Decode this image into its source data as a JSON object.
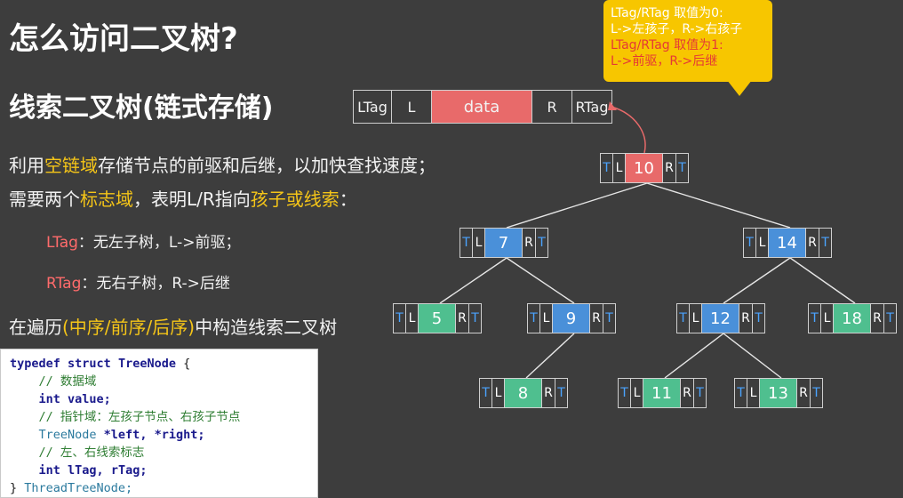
{
  "title": "怎么访问二叉树?",
  "subtitle": "线索二叉树(链式存储)",
  "line1": {
    "pre": "利用",
    "hl": "空链域",
    "post": "存储节点的前驱和后继，以加快查找速度；"
  },
  "line2": {
    "pre": "需要两个",
    "hl1": "标志域",
    "mid": "，表明L/R指向",
    "hl2": "孩子或线索",
    "post": "："
  },
  "ltag": {
    "label": "LTag",
    "text": "：无左子树，L->前驱；"
  },
  "rtag": {
    "label": "RTag",
    "text": "：无右子树，R->后继"
  },
  "line3": {
    "pre": "在遍历",
    "hl": "(中序/前序/后序)",
    "post": "中构造线索二叉树"
  },
  "header": {
    "ltag": "LTag",
    "l": "L",
    "data": "data",
    "r": "R",
    "rtag": "RTag"
  },
  "callout": {
    "line1": "LTag/RTag 取值为0:",
    "line2": "L->左孩子，R->右孩子",
    "line3": "LTag/RTag 取值为1:",
    "line4": "L->前驱，R->后继"
  },
  "node_cells": {
    "t": "T",
    "l": "L",
    "r": "R"
  },
  "colors": {
    "root": "#e86a6a",
    "blue": "#4a90d9",
    "green": "#4fbf8f",
    "callout": "#f7c600",
    "accent": "#f5c518"
  },
  "tree": {
    "nodes": [
      {
        "id": "n10",
        "value": "10",
        "color": "root"
      },
      {
        "id": "n7",
        "value": "7",
        "color": "blue"
      },
      {
        "id": "n14",
        "value": "14",
        "color": "blue"
      },
      {
        "id": "n5",
        "value": "5",
        "color": "green"
      },
      {
        "id": "n9",
        "value": "9",
        "color": "blue"
      },
      {
        "id": "n12",
        "value": "12",
        "color": "blue"
      },
      {
        "id": "n18",
        "value": "18",
        "color": "green"
      },
      {
        "id": "n8",
        "value": "8",
        "color": "green"
      },
      {
        "id": "n11",
        "value": "11",
        "color": "green"
      },
      {
        "id": "n13",
        "value": "13",
        "color": "green"
      }
    ],
    "edges": [
      [
        "n10",
        "n7"
      ],
      [
        "n10",
        "n14"
      ],
      [
        "n7",
        "n5"
      ],
      [
        "n7",
        "n9"
      ],
      [
        "n14",
        "n12"
      ],
      [
        "n14",
        "n18"
      ],
      [
        "n9",
        "n8"
      ],
      [
        "n12",
        "n11"
      ],
      [
        "n12",
        "n13"
      ]
    ]
  },
  "code": {
    "l1_kw": "typedef struct",
    "l1_id": "TreeNode",
    "l1_brace": " {",
    "l2_cm": "// 数据域",
    "l3_kw": "int",
    "l3_id": "value;",
    "l4_cm": "// 指针域：左孩子节点、右孩子节点",
    "l5_ty": "TreeNode",
    "l5_rest": " *left, *right;",
    "l6_cm": "// 左、右线索标志",
    "l7_kw": "int",
    "l7_id": "lTag, rTag;",
    "l8_brace": "} ",
    "l8_ty": "ThreadTreeNode;"
  }
}
